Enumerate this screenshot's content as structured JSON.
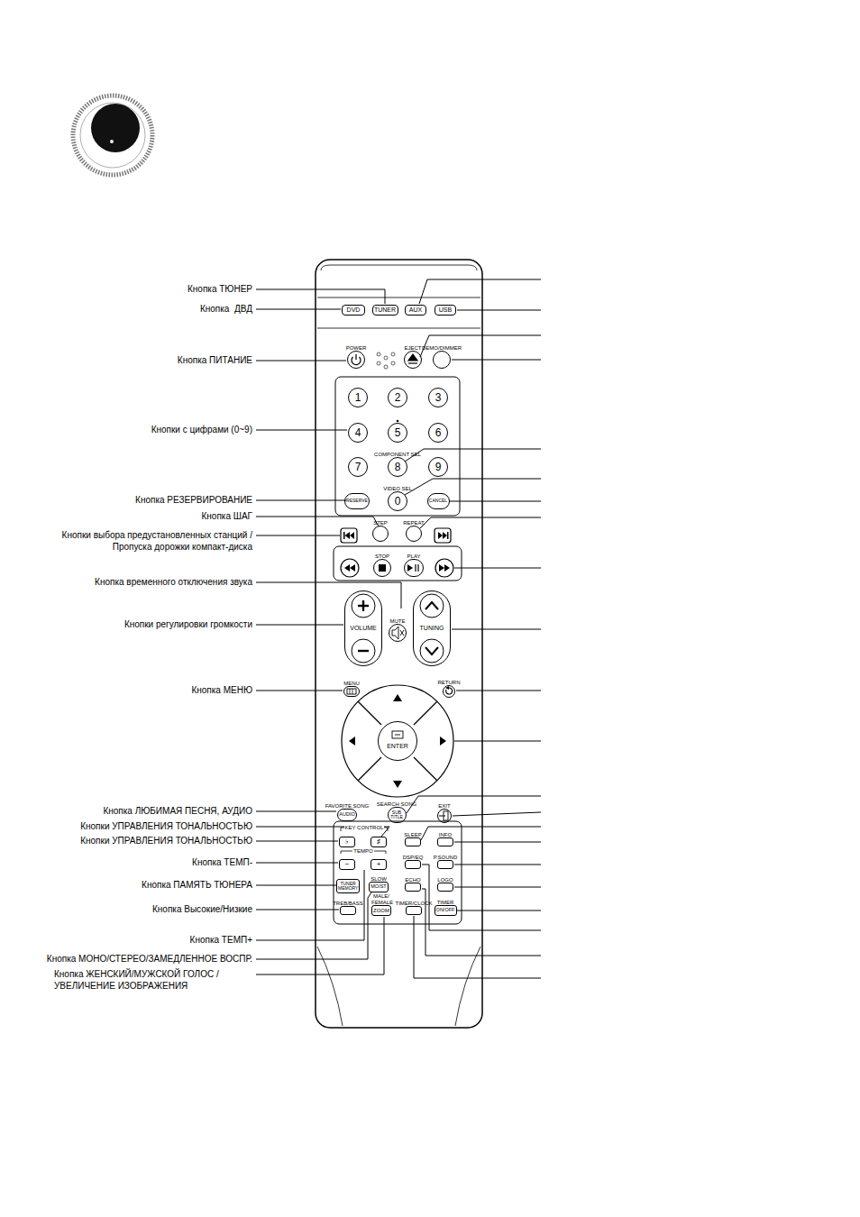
{
  "diagram": {
    "nodes": [
      {
        "text": [
          "DVD"
        ]
      },
      {
        "text": [
          "TUNER"
        ]
      },
      {
        "text": [
          "AUX"
        ]
      },
      {
        "text": [
          "USB"
        ]
      },
      {
        "text": [
          "POWER"
        ]
      },
      {
        "text": [
          "EJECT"
        ]
      },
      {
        "text": [
          "DEMO/DIMMER"
        ]
      },
      {
        "text": [
          "1"
        ]
      },
      {
        "text": [
          "2"
        ]
      },
      {
        "text": [
          "3"
        ]
      },
      {
        "text": [
          "4"
        ]
      },
      {
        "text": [
          "5"
        ]
      },
      {
        "text": [
          "6"
        ]
      },
      {
        "text": [
          "7"
        ]
      },
      {
        "text": [
          "COMPONENT SEL",
          "8"
        ]
      },
      {
        "text": [
          "9"
        ]
      },
      {
        "text": [
          "RESERVE"
        ]
      },
      {
        "text": [
          "VIDEO SEL",
          "0"
        ]
      },
      {
        "text": [
          "CANCEL"
        ]
      },
      {
        "text": [
          "STEP"
        ]
      },
      {
        "text": [
          "REPEAT"
        ]
      },
      {
        "text": [
          "STOP"
        ]
      },
      {
        "text": [
          "PLAY"
        ]
      },
      {
        "text": [
          "VOLUME"
        ]
      },
      {
        "text": [
          "MUTE"
        ]
      },
      {
        "text": [
          "TUNING"
        ]
      },
      {
        "text": [
          "MENU"
        ]
      },
      {
        "text": [
          "RETURN"
        ]
      },
      {
        "text": [
          "ENTER"
        ]
      },
      {
        "text": [
          "FAVORITE SONG",
          "AUDIO"
        ]
      },
      {
        "text": [
          "SEARCH SONG",
          "SUB TITLE"
        ]
      },
      {
        "text": [
          "EXIT"
        ]
      },
      {
        "text": [
          "♭"
        ]
      },
      {
        "text": [
          "♯"
        ]
      },
      {
        "text": [
          "SLEEP"
        ]
      },
      {
        "text": [
          "INFO"
        ]
      },
      {
        "text": [
          "−"
        ]
      },
      {
        "text": [
          "+"
        ]
      },
      {
        "text": [
          "DSP/EQ"
        ]
      },
      {
        "text": [
          "P.SOUND"
        ]
      },
      {
        "text": [
          "TUNER MEMORY"
        ]
      },
      {
        "text": [
          "SLOW",
          "MO/ST"
        ]
      },
      {
        "text": [
          "ECHO"
        ]
      },
      {
        "text": [
          "LOGO"
        ]
      },
      {
        "text": [
          "TREB/BASS"
        ]
      },
      {
        "text": [
          "MALE/ FEMALE",
          "ZOOM"
        ]
      },
      {
        "text": [
          "TIMER/CLOCK"
        ]
      },
      {
        "text": [
          "TIMER",
          "ON/OFF"
        ]
      }
    ],
    "labels": [
      "Кнопка ТЮНЕР",
      "Кнопка  ДВД",
      "Кнопка ПИТАНИЕ",
      "Кнопки с цифрами (0~9)",
      "Кнопка РЕЗЕРВИРОВАНИЕ",
      "Кнопка ШАГ",
      "Кнопки выбора предустановленных станций /Пропуска дорожки компакт-диска",
      "Кнопка временного отключения звука",
      "Кнопки регулировки громкости",
      "Кнопка МЕНЮ",
      "Кнопка ЛЮБИМАЯ ПЕСНЯ, АУДИО",
      "Кнопки УПРАВЛЕНИЯ ТОНАЛЬНОСТЬЮ",
      "Кнопки УПРАВЛЕНИЯ ТОНАЛЬНОСТЬЮ",
      "Кнопка ТЕМП-",
      "Кнопка ПАМЯТЬ ТЮНЕРА",
      "Кнопка Высокие/Низкие",
      "Кнопка ТЕМП+",
      "Кнопка МОНО/СТЕРЕО/ЗАМЕДЛЕННОЕ ВОСПР.",
      "Кнопка ЖЕНСКИЙ/МУЖСКОЙ ГОЛОС /УВЕЛИЧЕНИЕ ИЗОБРАЖЕНИЯ",
      "KEY CONTROL",
      "TEMPO"
    ]
  }
}
